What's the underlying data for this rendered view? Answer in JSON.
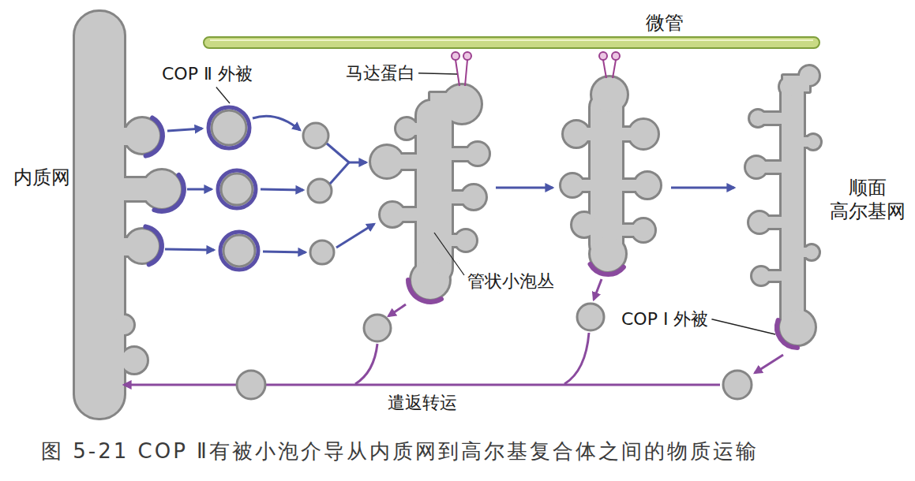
{
  "diagram": {
    "caption": "图 5-21 COP Ⅱ有被小泡介导从内质网到高尔基复合体之间的物质运输",
    "nodes": [
      {
        "text": [
          "内质网"
        ]
      },
      {
        "text": [
          "顺面 高尔基网"
        ]
      }
    ],
    "edges": [
      {
        "from": 1,
        "to": 0,
        "arrow": "to",
        "label": "遣返转运"
      }
    ],
    "labels": [
      "微管",
      "COP Ⅱ 外被",
      "马达蛋白",
      "管状小泡丛",
      "COP Ⅰ 外被"
    ]
  }
}
